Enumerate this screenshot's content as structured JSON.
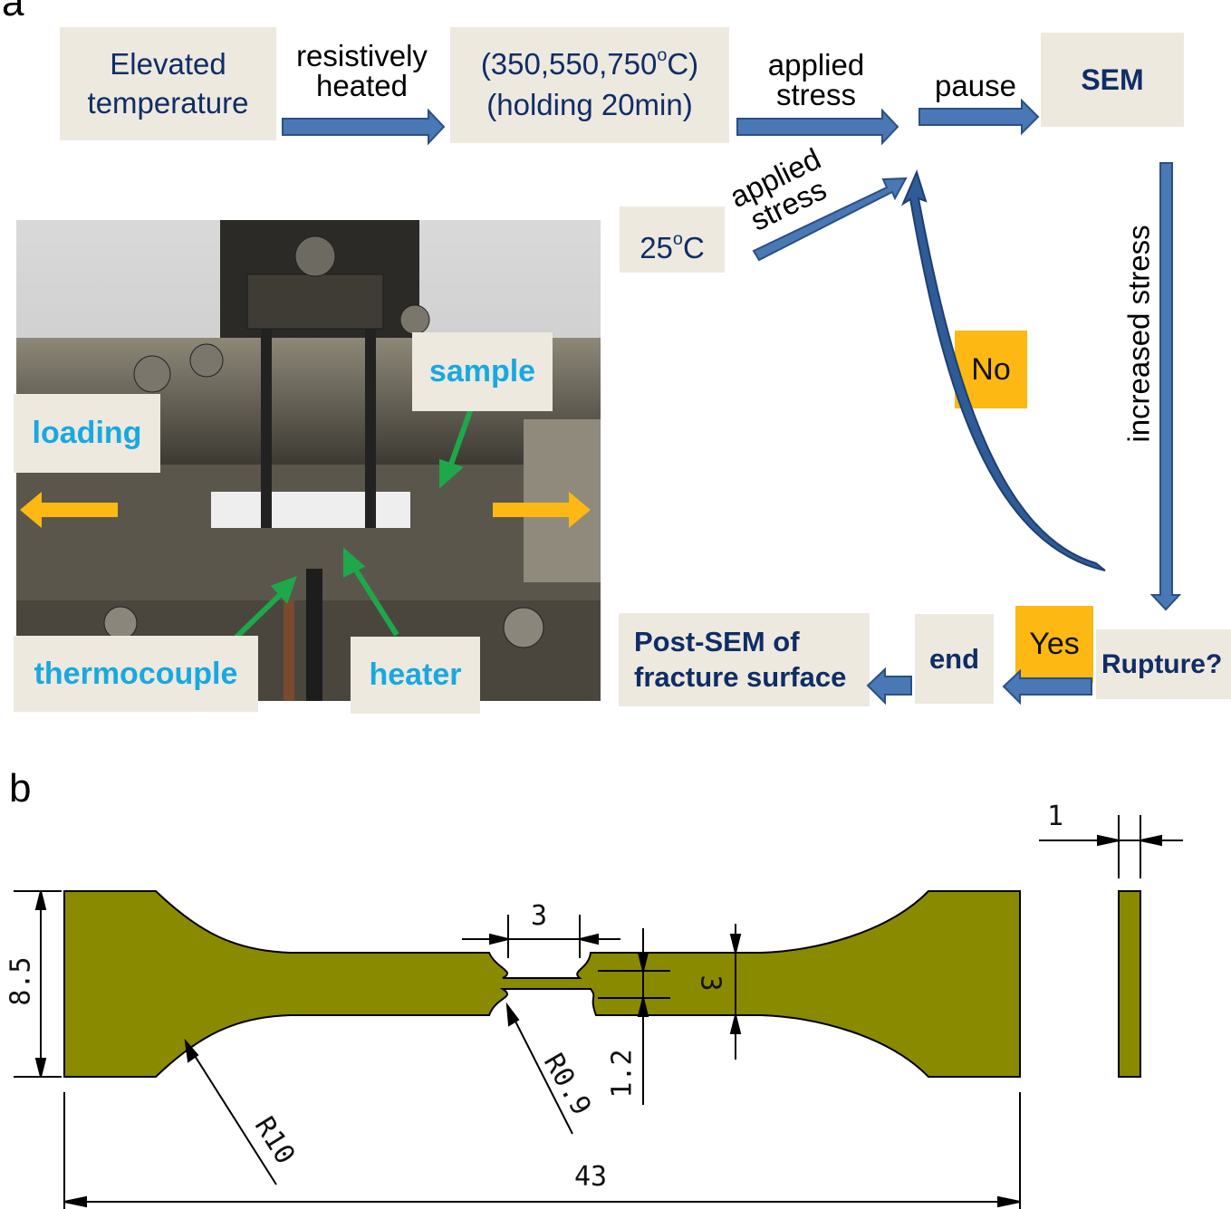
{
  "panels": {
    "a": "a",
    "b": "b"
  },
  "flow": {
    "elevated_temp_line1": "Elevated",
    "elevated_temp_line2": "temperature",
    "resistively_line1": "resistively",
    "resistively_line2": "heated",
    "temps_prefix": "(350,550,750",
    "temps_sup": "o",
    "temps_suffix": "C)",
    "holding": "(holding 20min)",
    "applied_line1": "applied",
    "applied_line2": "stress",
    "pause": "pause",
    "sem": "SEM",
    "room_temp_value": "25",
    "room_temp_sup": "o",
    "room_temp_unit": "C",
    "applied2_line1": "applied",
    "applied2_line2": "stress",
    "increased_stress": "increased stress",
    "no": "No",
    "yes": "Yes",
    "rupture": "Rupture?",
    "end": "end",
    "post_sem_line1": "Post-SEM of",
    "post_sem_line2": "fracture surface"
  },
  "photo": {
    "sample": "sample",
    "loading": "loading",
    "thermocouple": "thermocouple",
    "heater": "heater"
  },
  "drawing": {
    "thickness": "1",
    "gauge_length": "3",
    "gauge_width": "3",
    "width": "8.5",
    "notch_radius": "R0.9",
    "fillet_radius": "R10",
    "notch_depth": "1.2",
    "total_length": "43"
  },
  "colors": {
    "box_fill": "#ede9df",
    "navy_text": "#0f2d66",
    "arrow_blue": "#4a78b5",
    "arrow_blue_edge": "#2b4f86",
    "highlight_orange": "#fdb813",
    "photo_label_cyan": "#19a8e0",
    "pointer_green": "#1ea84a",
    "specimen_olive": "#8a8a00"
  }
}
